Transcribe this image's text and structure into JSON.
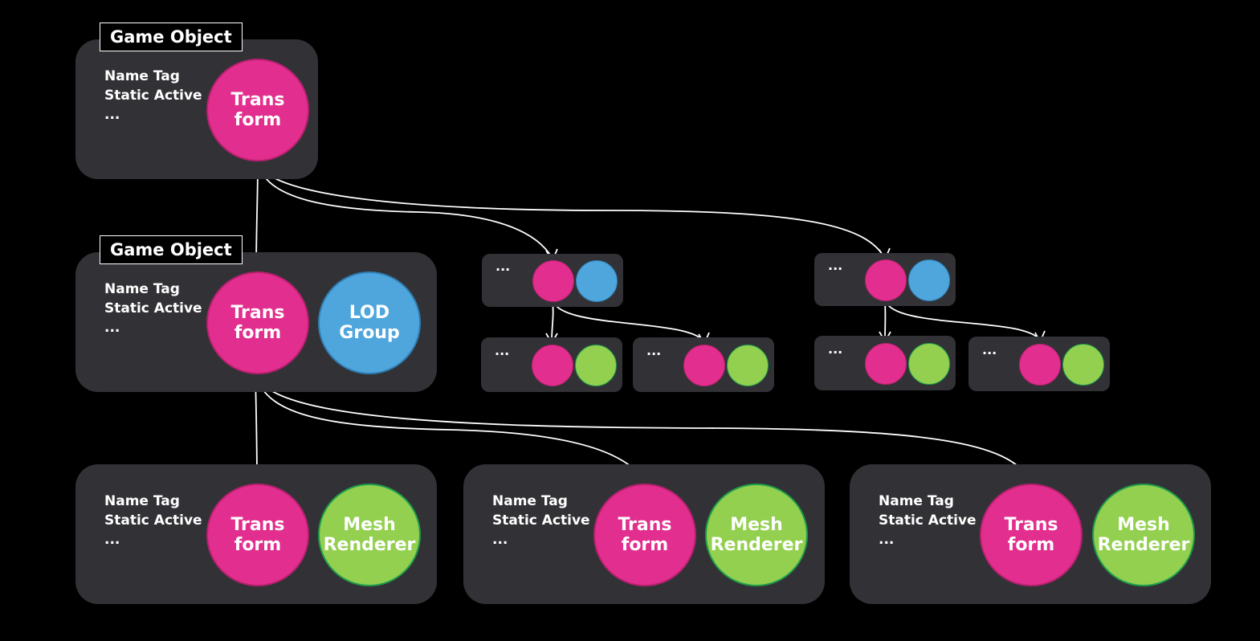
{
  "colors": {
    "transform": "#e22e8e",
    "lod": "#4ea6dc",
    "mesh": "#93d050",
    "panel": "#323236",
    "wire": "#ffffff"
  },
  "game_object_top": {
    "title": "Game Object",
    "props": [
      "Name Tag",
      "Static Active",
      "..."
    ],
    "transform": "Trans\nform"
  },
  "game_object_mid": {
    "title": "Game Object",
    "props": [
      "Name Tag",
      "Static Active",
      "..."
    ],
    "transform": "Trans\nform",
    "lod": "LOD\nGroup"
  },
  "children": [
    {
      "props": [
        "Name Tag",
        "Static Active",
        "..."
      ],
      "transform": "Trans\nform",
      "mesh": "Mesh\nRenderer"
    },
    {
      "props": [
        "Name Tag",
        "Static Active",
        "..."
      ],
      "transform": "Trans\nform",
      "mesh": "Mesh\nRenderer"
    },
    {
      "props": [
        "Name Tag",
        "Static Active",
        "..."
      ],
      "transform": "Trans\nform",
      "mesh": "Mesh\nRenderer"
    }
  ],
  "mini_ellipsis": "..."
}
